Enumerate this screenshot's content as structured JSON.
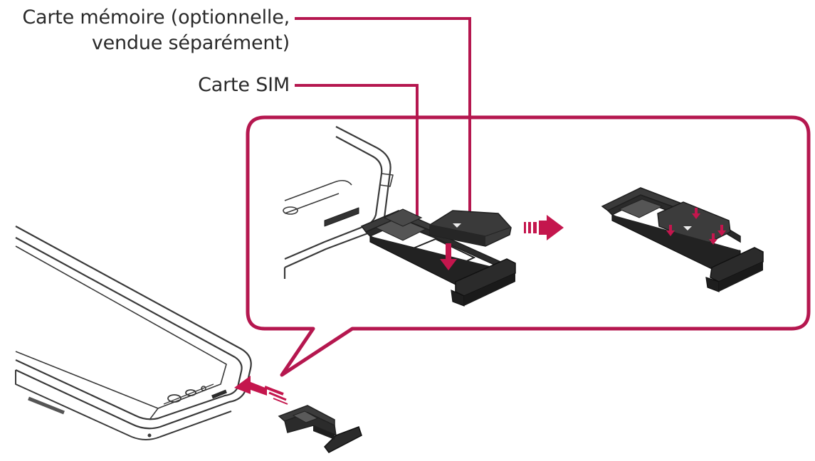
{
  "labels": {
    "memory_card_line1": "Carte mémoire (optionnelle,",
    "memory_card_line2": "vendue séparément)",
    "sim_card": "Carte SIM"
  },
  "colors": {
    "accent": "#b5174f",
    "line": "#3a3a3a",
    "tray": "#2b2b2b",
    "card": "#4a4a4a",
    "arrow": "#c4164d"
  },
  "icons": {
    "insert_arrow": "right-arrow-icon",
    "push_arrow": "left-arrow-icon",
    "down_arrow": "down-arrow-icon"
  }
}
